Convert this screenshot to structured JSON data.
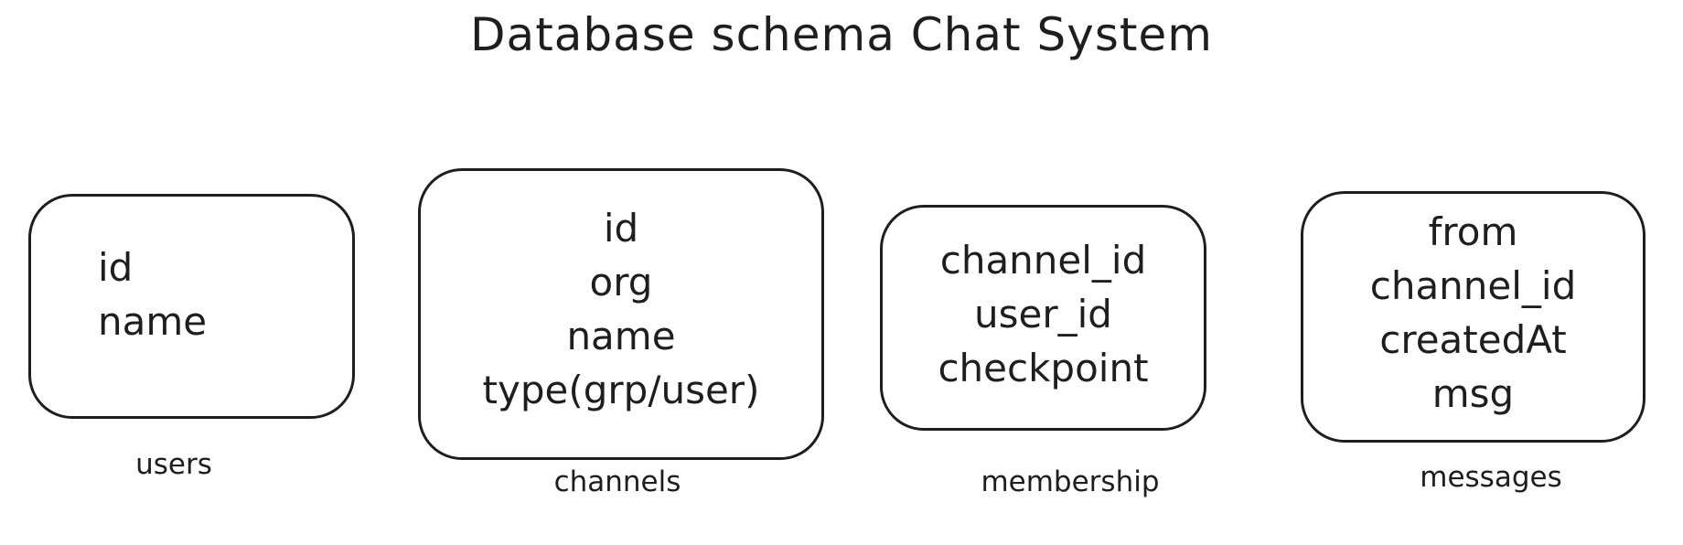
{
  "title": "Database schema Chat System",
  "tables": {
    "users": {
      "label": "users",
      "fields": [
        "id",
        "name"
      ]
    },
    "channels": {
      "label": "channels",
      "fields": [
        "id",
        "org",
        "name",
        "type(grp/user)"
      ]
    },
    "membership": {
      "label": "membership",
      "fields": [
        "channel_id",
        "user_id",
        "checkpoint"
      ]
    },
    "messages": {
      "label": "messages",
      "fields": [
        "from",
        "channel_id",
        "createdAt",
        "msg"
      ]
    }
  }
}
